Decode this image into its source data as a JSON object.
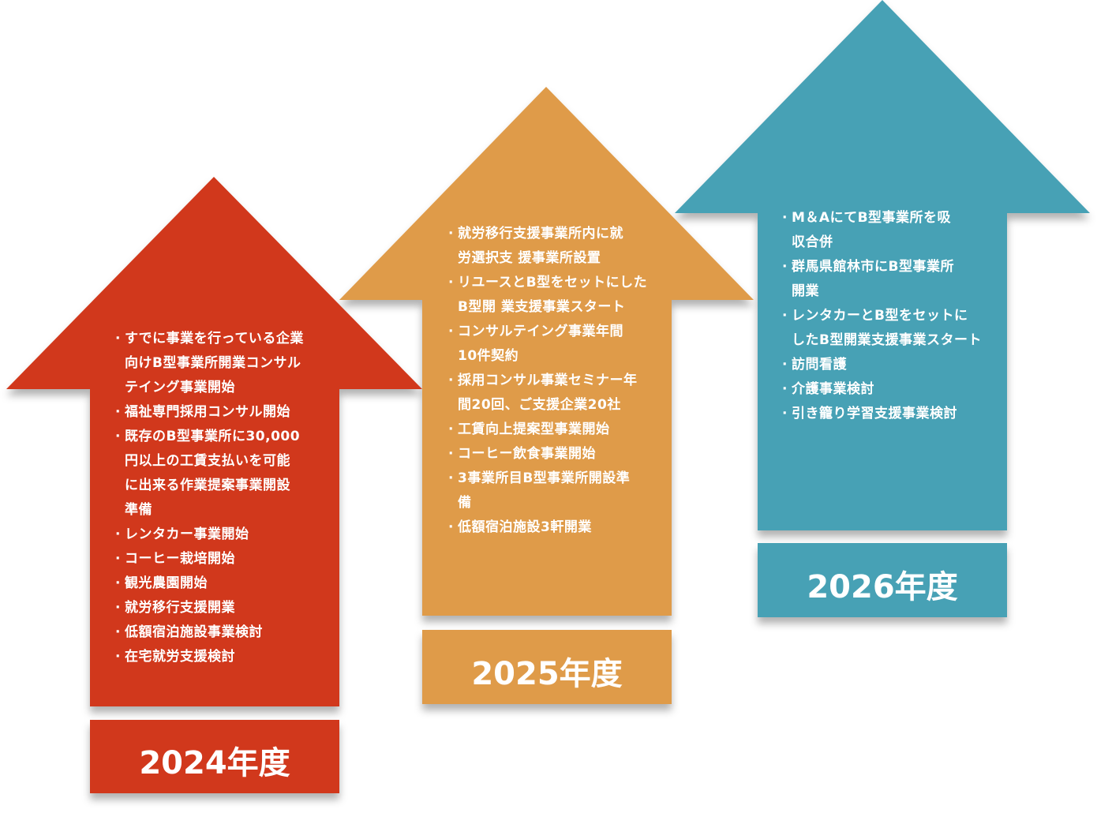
{
  "colors": {
    "y2024": "#d1391a",
    "y2025": "#df9b48",
    "y2026": "#46a1b5"
  },
  "years": [
    {
      "label": "2024年度",
      "items": [
        [
          "すでに事業を行っている企業",
          "向けB型事業所開業コンサル",
          "テイング事業開始"
        ],
        [
          "福祉専門採用コンサル開始"
        ],
        [
          "既存のB型事業所に30,000",
          "円以上の工賃支払いを可能",
          "に出来る作業提案事業開設",
          "準備"
        ],
        [
          "レンタカー事業開始"
        ],
        [
          "コーヒー栽培開始"
        ],
        [
          "観光農園開始"
        ],
        [
          "就労移行支援開業"
        ],
        [
          "低額宿泊施設事業検討"
        ],
        [
          "在宅就労支援検討"
        ]
      ]
    },
    {
      "label": "2025年度",
      "items": [
        [
          "就労移行支援事業所内に就",
          "労選択支 援事業所設置"
        ],
        [
          "リユースとB型をセットにした",
          "B型開 業支援事業スタート"
        ],
        [
          "コンサルテイング事業年間",
          "10件契約"
        ],
        [
          "採用コンサル事業セミナー年",
          "間20回、ご支援企業20社"
        ],
        [
          "工賃向上提案型事業開始"
        ],
        [
          "コーヒー飲食事業開始"
        ],
        [
          "3事業所目B型事業所開設準",
          "備"
        ],
        [
          "低額宿泊施設3軒開業"
        ]
      ]
    },
    {
      "label": "2026年度",
      "items": [
        [
          "M＆AにてB型事業所を吸",
          "収合併"
        ],
        [
          "群馬県館林市にB型事業所",
          "開業"
        ],
        [
          "レンタカーとB型をセットに",
          "したB型開業支援事業スタート"
        ],
        [
          "訪問看護"
        ],
        [
          "介護事業検討"
        ],
        [
          "引き籠り学習支援事業検討"
        ]
      ]
    }
  ]
}
